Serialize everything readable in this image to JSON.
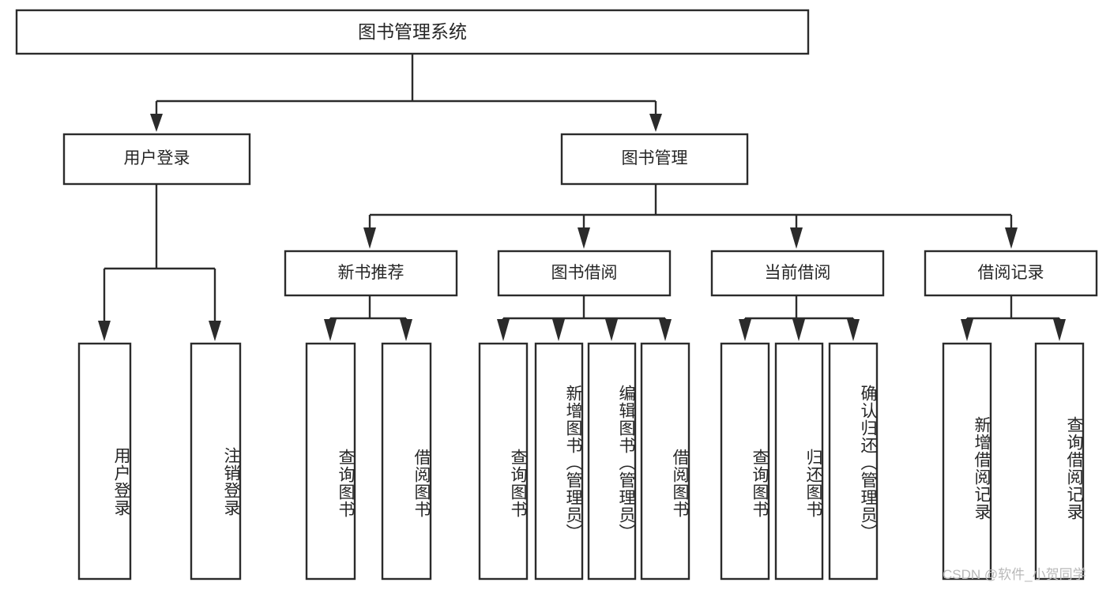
{
  "diagram": {
    "type": "tree",
    "title": "图书管理系统",
    "watermark": "CSDN @软件_小贺同学",
    "colors": {
      "box_stroke": "#2b2b2b",
      "box_fill": "#ffffff",
      "text": "#262626",
      "watermark": "#b9b9b9",
      "background": "#ffffff"
    },
    "nodes": {
      "root": {
        "label": "图书管理系统"
      },
      "level2": [
        {
          "label": "用户登录"
        },
        {
          "label": "图书管理"
        }
      ],
      "level3": [
        {
          "label": "新书推荐"
        },
        {
          "label": "图书借阅"
        },
        {
          "label": "当前借阅"
        },
        {
          "label": "借阅记录"
        }
      ],
      "leaves_user_login": [
        {
          "label": "用户登录"
        },
        {
          "label": "注销登录"
        }
      ],
      "leaves_new_book": [
        {
          "label": "查询图书"
        },
        {
          "label": "借阅图书"
        }
      ],
      "leaves_borrow": [
        {
          "label": "查询图书"
        },
        {
          "label": "新增图书（管理员）"
        },
        {
          "label": "编辑图书（管理员）"
        },
        {
          "label": "借阅图书"
        }
      ],
      "leaves_current": [
        {
          "label": "查询图书"
        },
        {
          "label": "归还图书"
        },
        {
          "label": "确认归还（管理员）"
        }
      ],
      "leaves_records": [
        {
          "label": "新增借阅记录"
        },
        {
          "label": "查询借阅记录"
        }
      ]
    }
  }
}
